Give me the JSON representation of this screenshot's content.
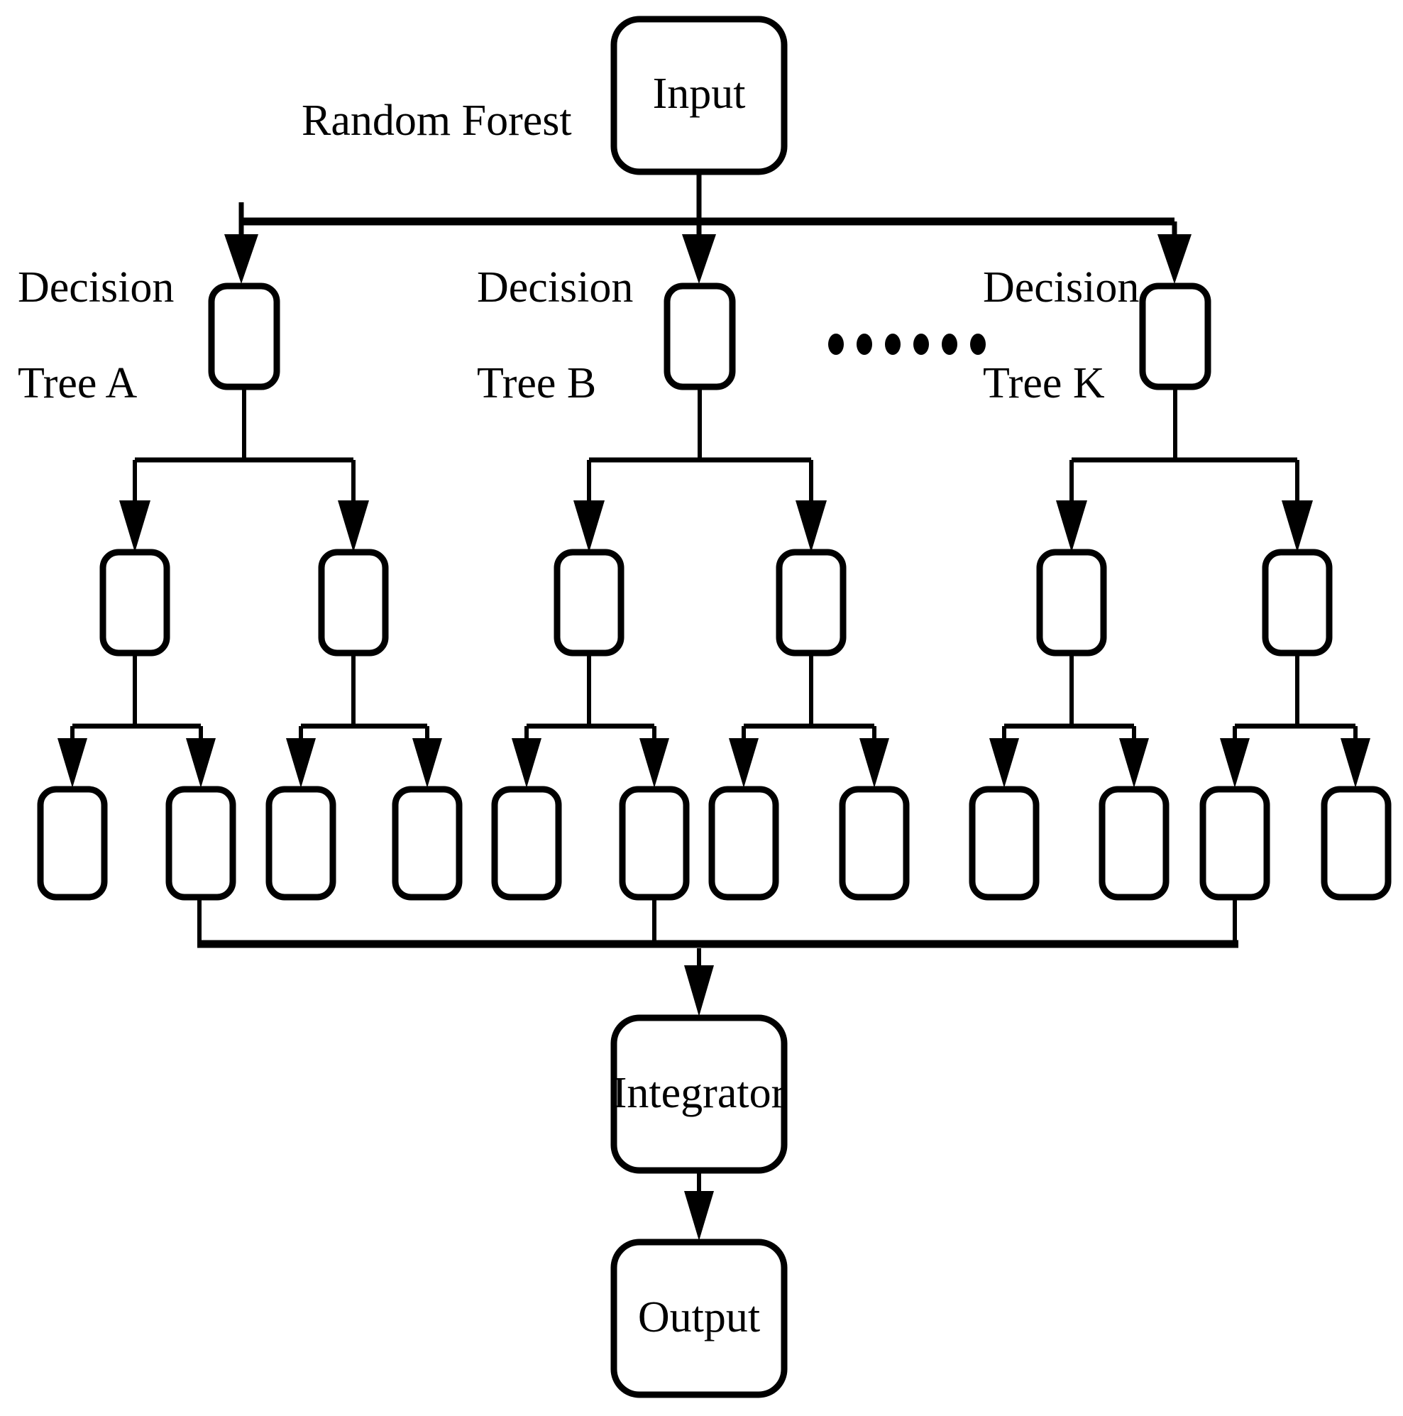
{
  "diagram": {
    "title_label": "Random Forest",
    "nodes": {
      "input": "Input",
      "integrator": "Integrator",
      "output": "Output"
    },
    "tree_labels": [
      {
        "line1": "Decision",
        "line2": "Tree A"
      },
      {
        "line1": "Decision",
        "line2": "Tree B"
      },
      {
        "line1": "Decision",
        "line2": "Tree K"
      }
    ],
    "ellipsis": "••••••",
    "colors": {
      "stroke": "#000000",
      "fill": "#ffffff",
      "background": "#ffffff"
    },
    "structure": {
      "levels": [
        {
          "name": "input",
          "count": 1
        },
        {
          "name": "tree-roots",
          "count": 3
        },
        {
          "name": "tree-level-2",
          "count": 6
        },
        {
          "name": "tree-leaves",
          "count": 12
        },
        {
          "name": "integrator",
          "count": 1
        },
        {
          "name": "output",
          "count": 1
        }
      ],
      "trees": 3,
      "children_per_node": 2,
      "collector_sources": [
        2,
        6,
        11
      ]
    }
  }
}
